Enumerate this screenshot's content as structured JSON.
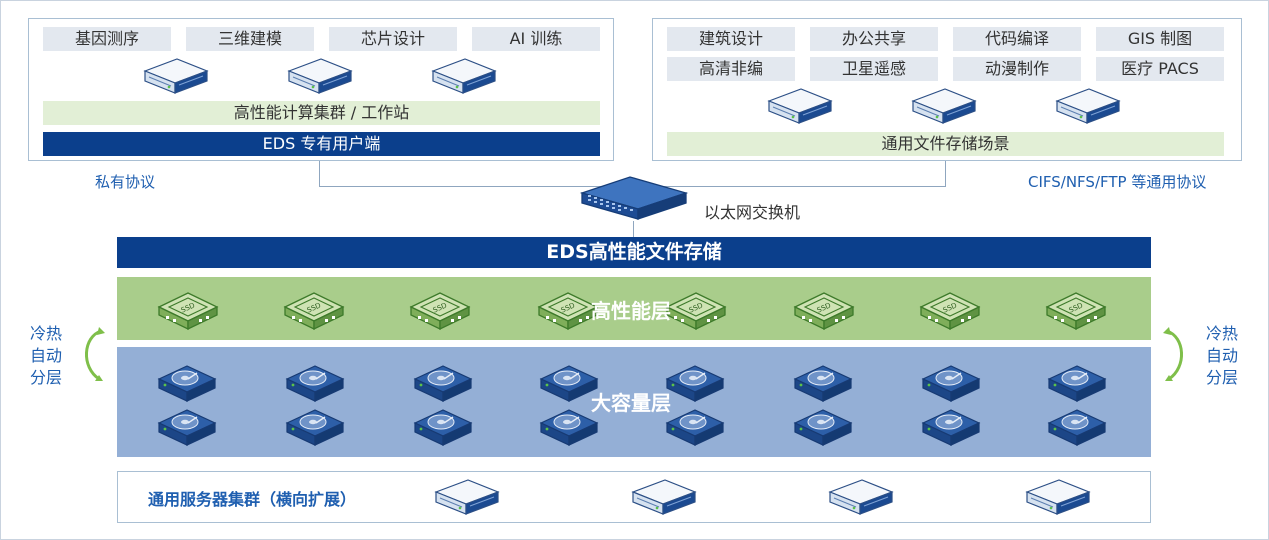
{
  "left_panel": {
    "tags": [
      "基因测序",
      "三维建模",
      "芯片设计",
      "AI 训练"
    ],
    "cluster_label": "高性能计算集群 / 工作站",
    "client_label": "EDS 专有用户端",
    "protocol_label": "私有协议"
  },
  "right_panel": {
    "tags_row1": [
      "建筑设计",
      "办公共享",
      "代码编译",
      "GIS 制图"
    ],
    "tags_row2": [
      "高清非编",
      "卫星遥感",
      "动漫制作",
      "医疗 PACS"
    ],
    "scenario_label": "通用文件存储场景",
    "protocol_label": "CIFS/NFS/FTP 等通用协议"
  },
  "switch_label": "以太网交换机",
  "storage": {
    "title": "EDS高性能文件存储",
    "performance_layer": "高性能层",
    "capacity_layer": "大容量层",
    "ssd_label": "SSD"
  },
  "tiering_left": [
    "冷热",
    "自动",
    "分层"
  ],
  "tiering_right": [
    "冷热",
    "自动",
    "分层"
  ],
  "bottom_label": "通用服务器集群（横向扩展）",
  "colors": {
    "navy": "#0b3f8c",
    "accent_blue": "#1f5fb0",
    "green_layer": "#a9cd8b",
    "blue_layer": "#94afd6",
    "tag_gray": "#e3e8ef",
    "green_bar": "#e2efd6"
  },
  "icons": [
    "rack-server-icon",
    "network-switch-icon",
    "ssd-icon",
    "hard-disk-icon",
    "cycle-arrow-icon"
  ]
}
